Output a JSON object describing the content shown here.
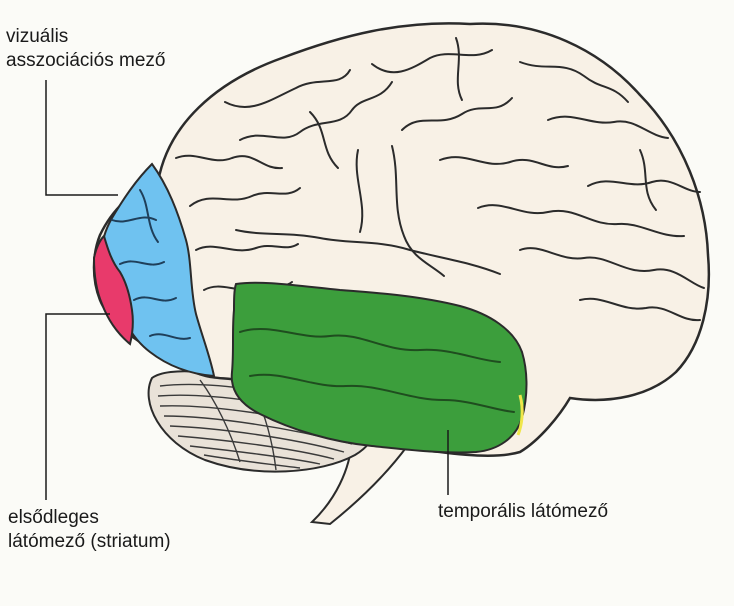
{
  "labels": {
    "visual_association": [
      "vizuális",
      "asszociációs mező"
    ],
    "primary_visual": [
      "elsődleges",
      "látómező (striatum)"
    ],
    "temporal_visual": "temporális látómező"
  },
  "colors": {
    "background": "#fbfbf7",
    "brain_fill": "#f8f1e6",
    "outline": "#2b2b2b",
    "visual_association_area": "#6fc2f0",
    "primary_visual_area": "#e83a6b",
    "temporal_visual_area": "#3c9e3c",
    "cerebellum": "#e9e2d8"
  }
}
